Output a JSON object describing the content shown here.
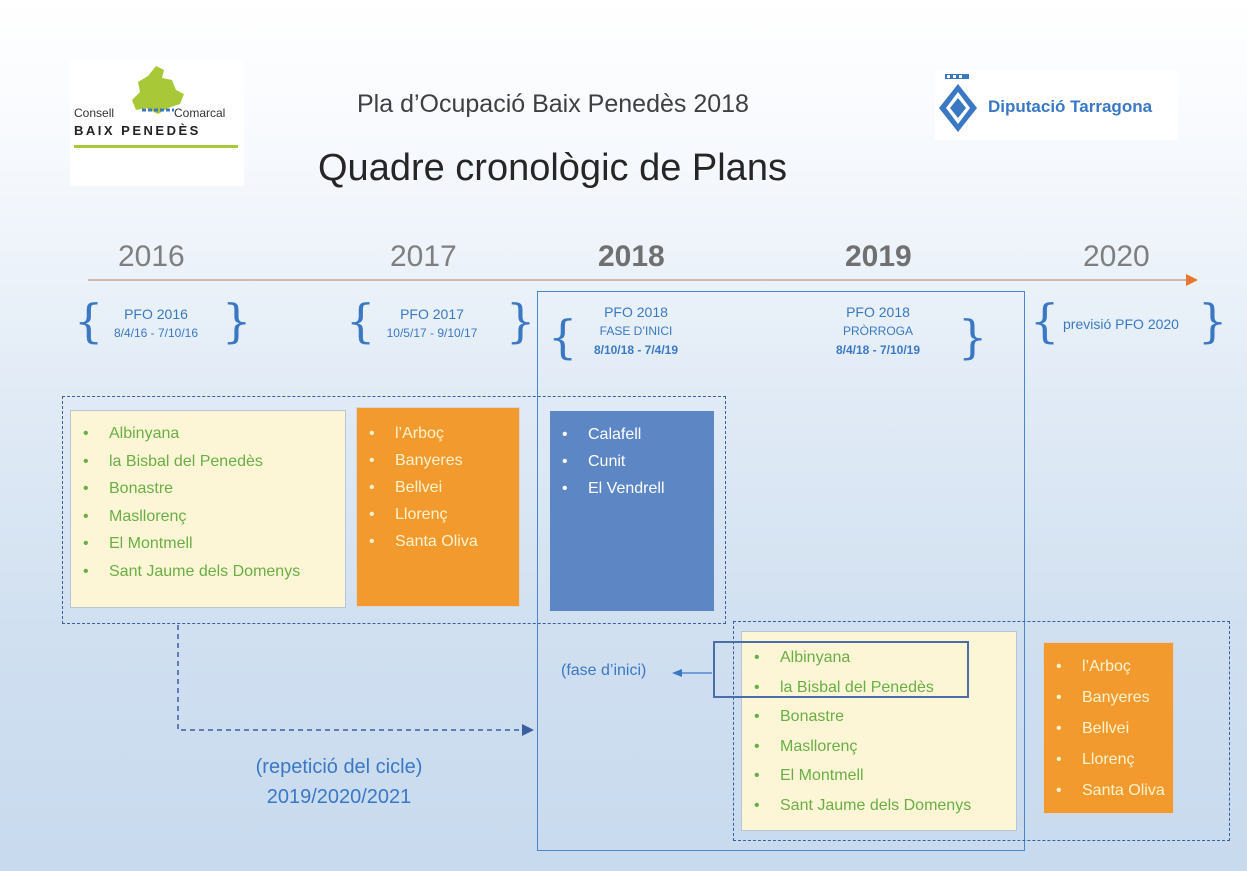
{
  "header": {
    "logo_left": {
      "line1_a": "Consell",
      "line1_b": "Comarcal",
      "line2": "BAIX PENEDÈS"
    },
    "logo_right": {
      "text": "Diputació Tarragona"
    },
    "subtitle": "Pla d’Ocupació Baix Penedès 2018",
    "title": "Quadre cronològic de Plans"
  },
  "timeline": {
    "years": [
      "2016",
      "2017",
      "2018",
      "2019",
      "2020"
    ],
    "plans": [
      {
        "name": "PFO 2016",
        "dates": "8/4/16 - 7/10/16"
      },
      {
        "name": "PFO 2017",
        "dates": "10/5/17 - 9/10/17"
      },
      {
        "name": "PFO 2018",
        "phase": "FASE D’INICI",
        "dates": "8/10/18 - 7/4/19"
      },
      {
        "name": "PFO 2018",
        "phase": "PRÒRROGA",
        "dates": "8/4/18 - 7/10/19"
      },
      {
        "name": "previsió PFO 2020"
      }
    ]
  },
  "groups": {
    "group_a": [
      "Albinyana",
      "la Bisbal del Penedès",
      "Bonastre",
      "Masllorenç",
      "El Montmell",
      "Sant Jaume dels Domenys"
    ],
    "group_b": [
      "l’Arboç",
      "Banyeres",
      "Bellvei",
      "Llorenç",
      "Santa Oliva"
    ],
    "group_c": [
      "Calafell",
      "Cunit",
      "El Vendrell"
    ],
    "group_a_repeat": [
      "Albinyana",
      "la Bisbal del Penedès",
      "Bonastre",
      "Masllorenç",
      "El Montmell",
      "Sant Jaume dels Domenys"
    ],
    "group_b_repeat": [
      "l’Arboç",
      "Banyeres",
      "Bellvei",
      "Llorenç",
      "Santa Oliva"
    ]
  },
  "labels": {
    "fase_inici": "(fase d’inici)",
    "repeticio_line1": "(repetició del cicle)",
    "repeticio_line2": "2019/2020/2021"
  },
  "colors": {
    "accent_blue": "#3a78c4",
    "cream": "#fdf6d6",
    "orange": "#f39a2e",
    "blue_box": "#5d86c5",
    "green_text": "#6aae45",
    "arrow_orange": "#e8762c"
  }
}
